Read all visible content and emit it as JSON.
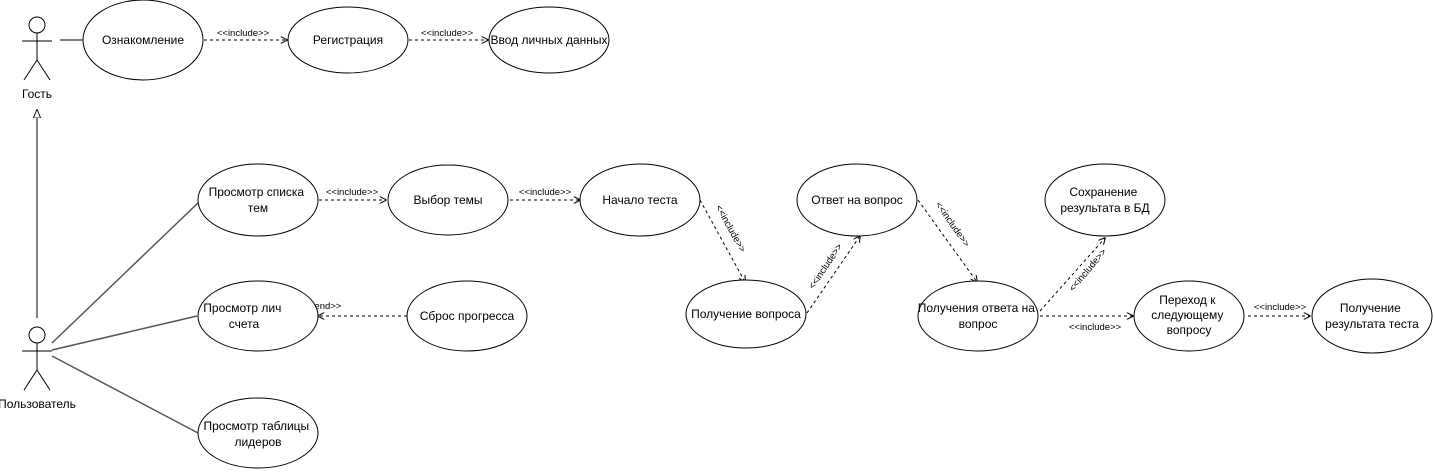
{
  "actors": {
    "guest": "Гость",
    "user": "Пользователь"
  },
  "use_cases": {
    "acquaintance": "Ознакомление",
    "registration": "Регистрация",
    "personal_data": "Ввод личных данных",
    "view_topics": [
      "Просмотр списка",
      "тем"
    ],
    "choose_topic": "Выбор темы",
    "start_test": "Начало теста",
    "view_account": [
      "Просмотр лич",
      "счета"
    ],
    "reset_progress": "Сброс прогресса",
    "leaderboard": [
      "Просмотр таблицы",
      "лидеров"
    ],
    "get_question": "Получение вопроса",
    "answer_question": "Ответ на вопрос",
    "receive_answer": [
      "Получения ответа на",
      "вопрос"
    ],
    "save_result": [
      "Сохранение",
      "результата в БД"
    ],
    "next_question": [
      "Переход к",
      "следующему",
      "вопросу"
    ],
    "get_result": [
      "Получение",
      "результата теста"
    ]
  },
  "stereotypes": {
    "include": "<<include>>",
    "extend": "<<extend>>"
  }
}
